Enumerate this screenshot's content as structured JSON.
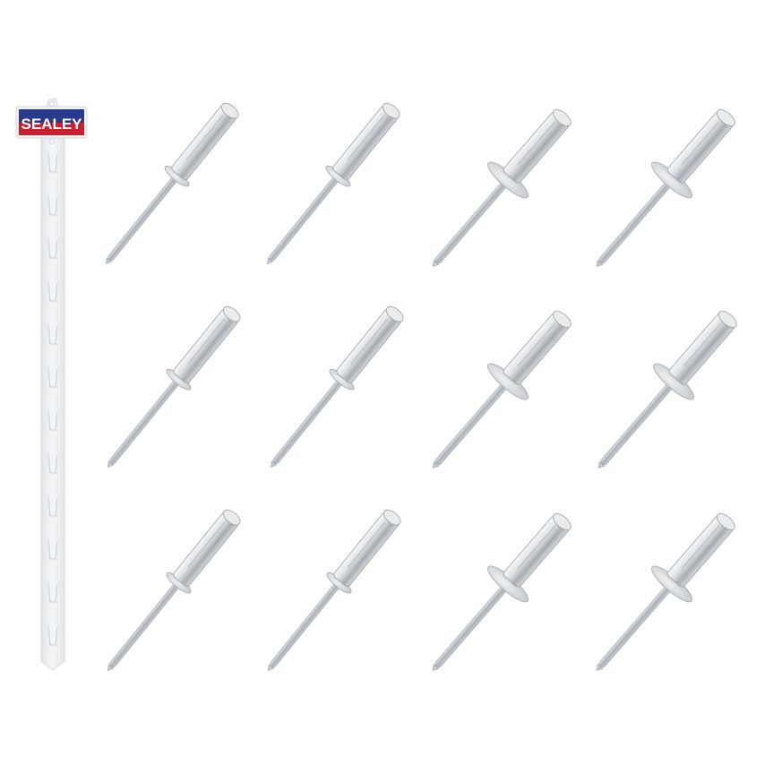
{
  "image": {
    "description": "Product photo of 12 blind rivets arranged in 3 rows of 4 next to a Sealey clip strip display hanger",
    "background": "#ffffff"
  },
  "clip_strip": {
    "brand_label": "SEALEY",
    "label_colors": {
      "top": "#2a3a8c",
      "bottom": "#c8202e",
      "text": "#ffffff"
    },
    "strip_color": "#eef0f2",
    "hook_count": 12
  },
  "rivets": {
    "rows": 3,
    "columns": 4,
    "types": [
      {
        "column": 1,
        "flange": "standard"
      },
      {
        "column": 2,
        "flange": "standard"
      },
      {
        "column": 3,
        "flange": "large"
      },
      {
        "column": 4,
        "flange": "large"
      }
    ],
    "colors": {
      "body": "#d6d9dc",
      "highlight": "#f4f5f6",
      "shadow": "#9ea4a9",
      "mandrel": "#b9bec3"
    }
  }
}
